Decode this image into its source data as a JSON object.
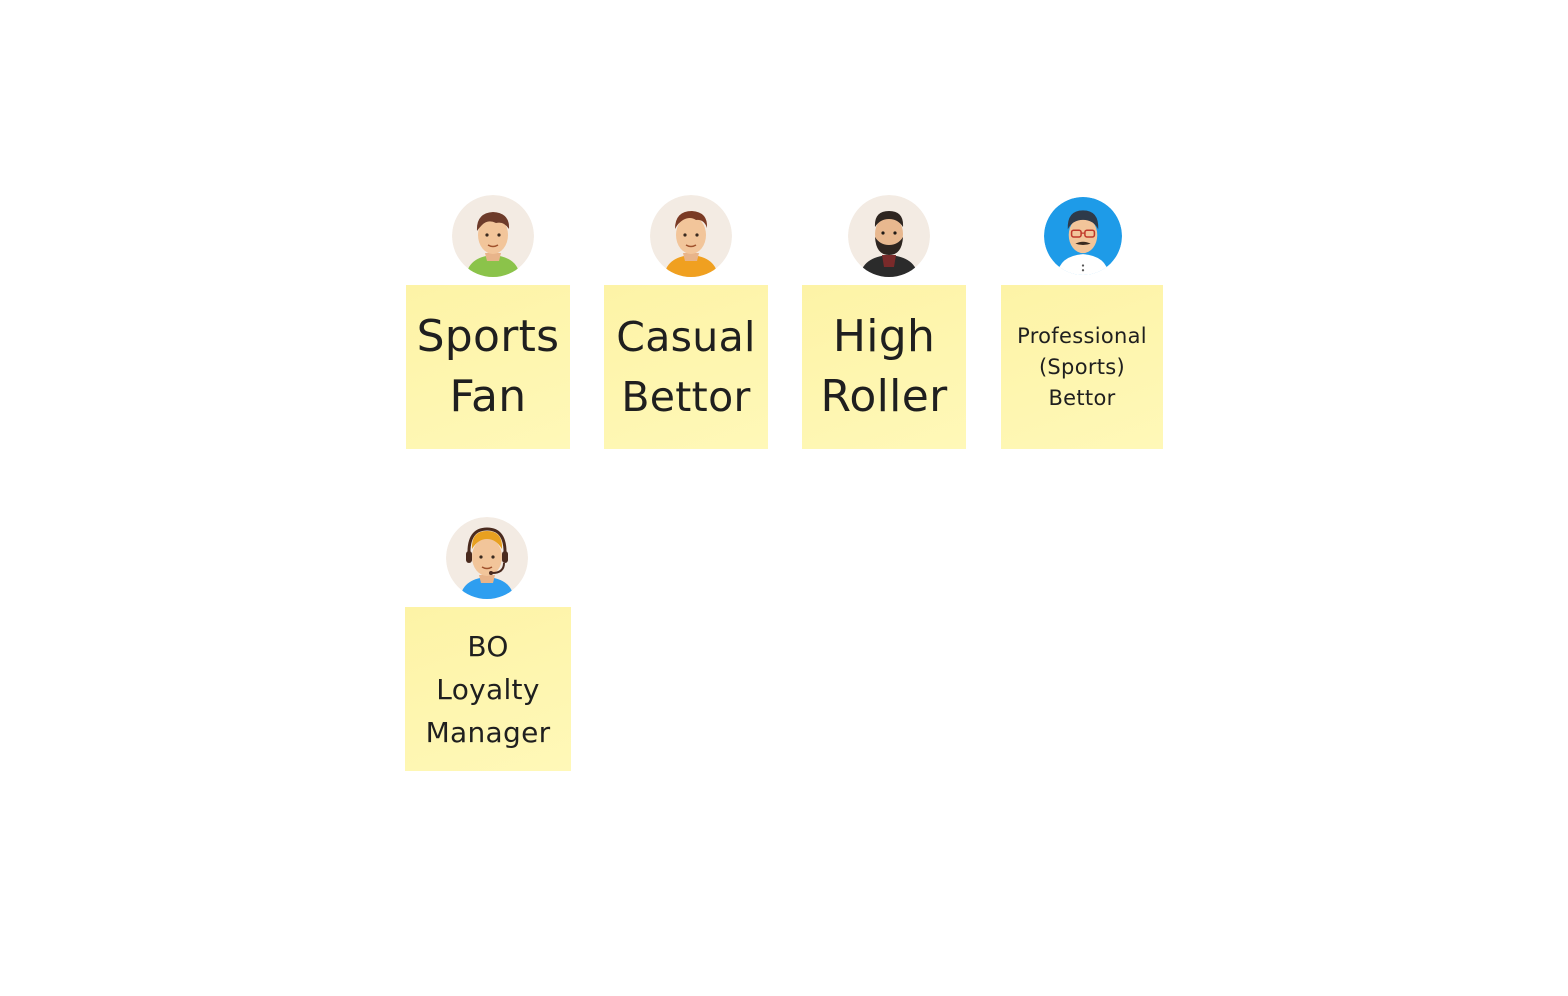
{
  "board": {
    "personas": [
      {
        "id": "sports-fan",
        "label": "Sports\nFan",
        "avatar_icon": "young-man-green-shirt-icon",
        "shirt_color": "#8bc34a",
        "hair_color": "#6d3b2a",
        "bg_color": "#f3ebe3"
      },
      {
        "id": "casual-bettor",
        "label": "Casual\nBettor",
        "avatar_icon": "man-orange-shirt-icon",
        "shirt_color": "#f0a020",
        "hair_color": "#7a3a24",
        "bg_color": "#f3ebe3"
      },
      {
        "id": "high-roller",
        "label": "High\nRoller",
        "avatar_icon": "bearded-man-dark-jacket-icon",
        "shirt_color": "#2b2b2b",
        "hair_color": "#2e2520",
        "bg_color": "#f3ebe3"
      },
      {
        "id": "professional-bettor",
        "label": "Professional\n(Sports)\nBettor",
        "avatar_icon": "man-glasses-mustache-icon",
        "shirt_color": "#ffffff",
        "hair_color": "#2e3a4a",
        "bg_color": "#1e9be8"
      },
      {
        "id": "bo-loyalty-manager",
        "label": "BO\nLoyalty\nManager",
        "avatar_icon": "support-agent-headset-icon",
        "shirt_color": "#2e9ef0",
        "hair_color": "#e8a020",
        "bg_color": "#f3ebe3"
      }
    ]
  }
}
